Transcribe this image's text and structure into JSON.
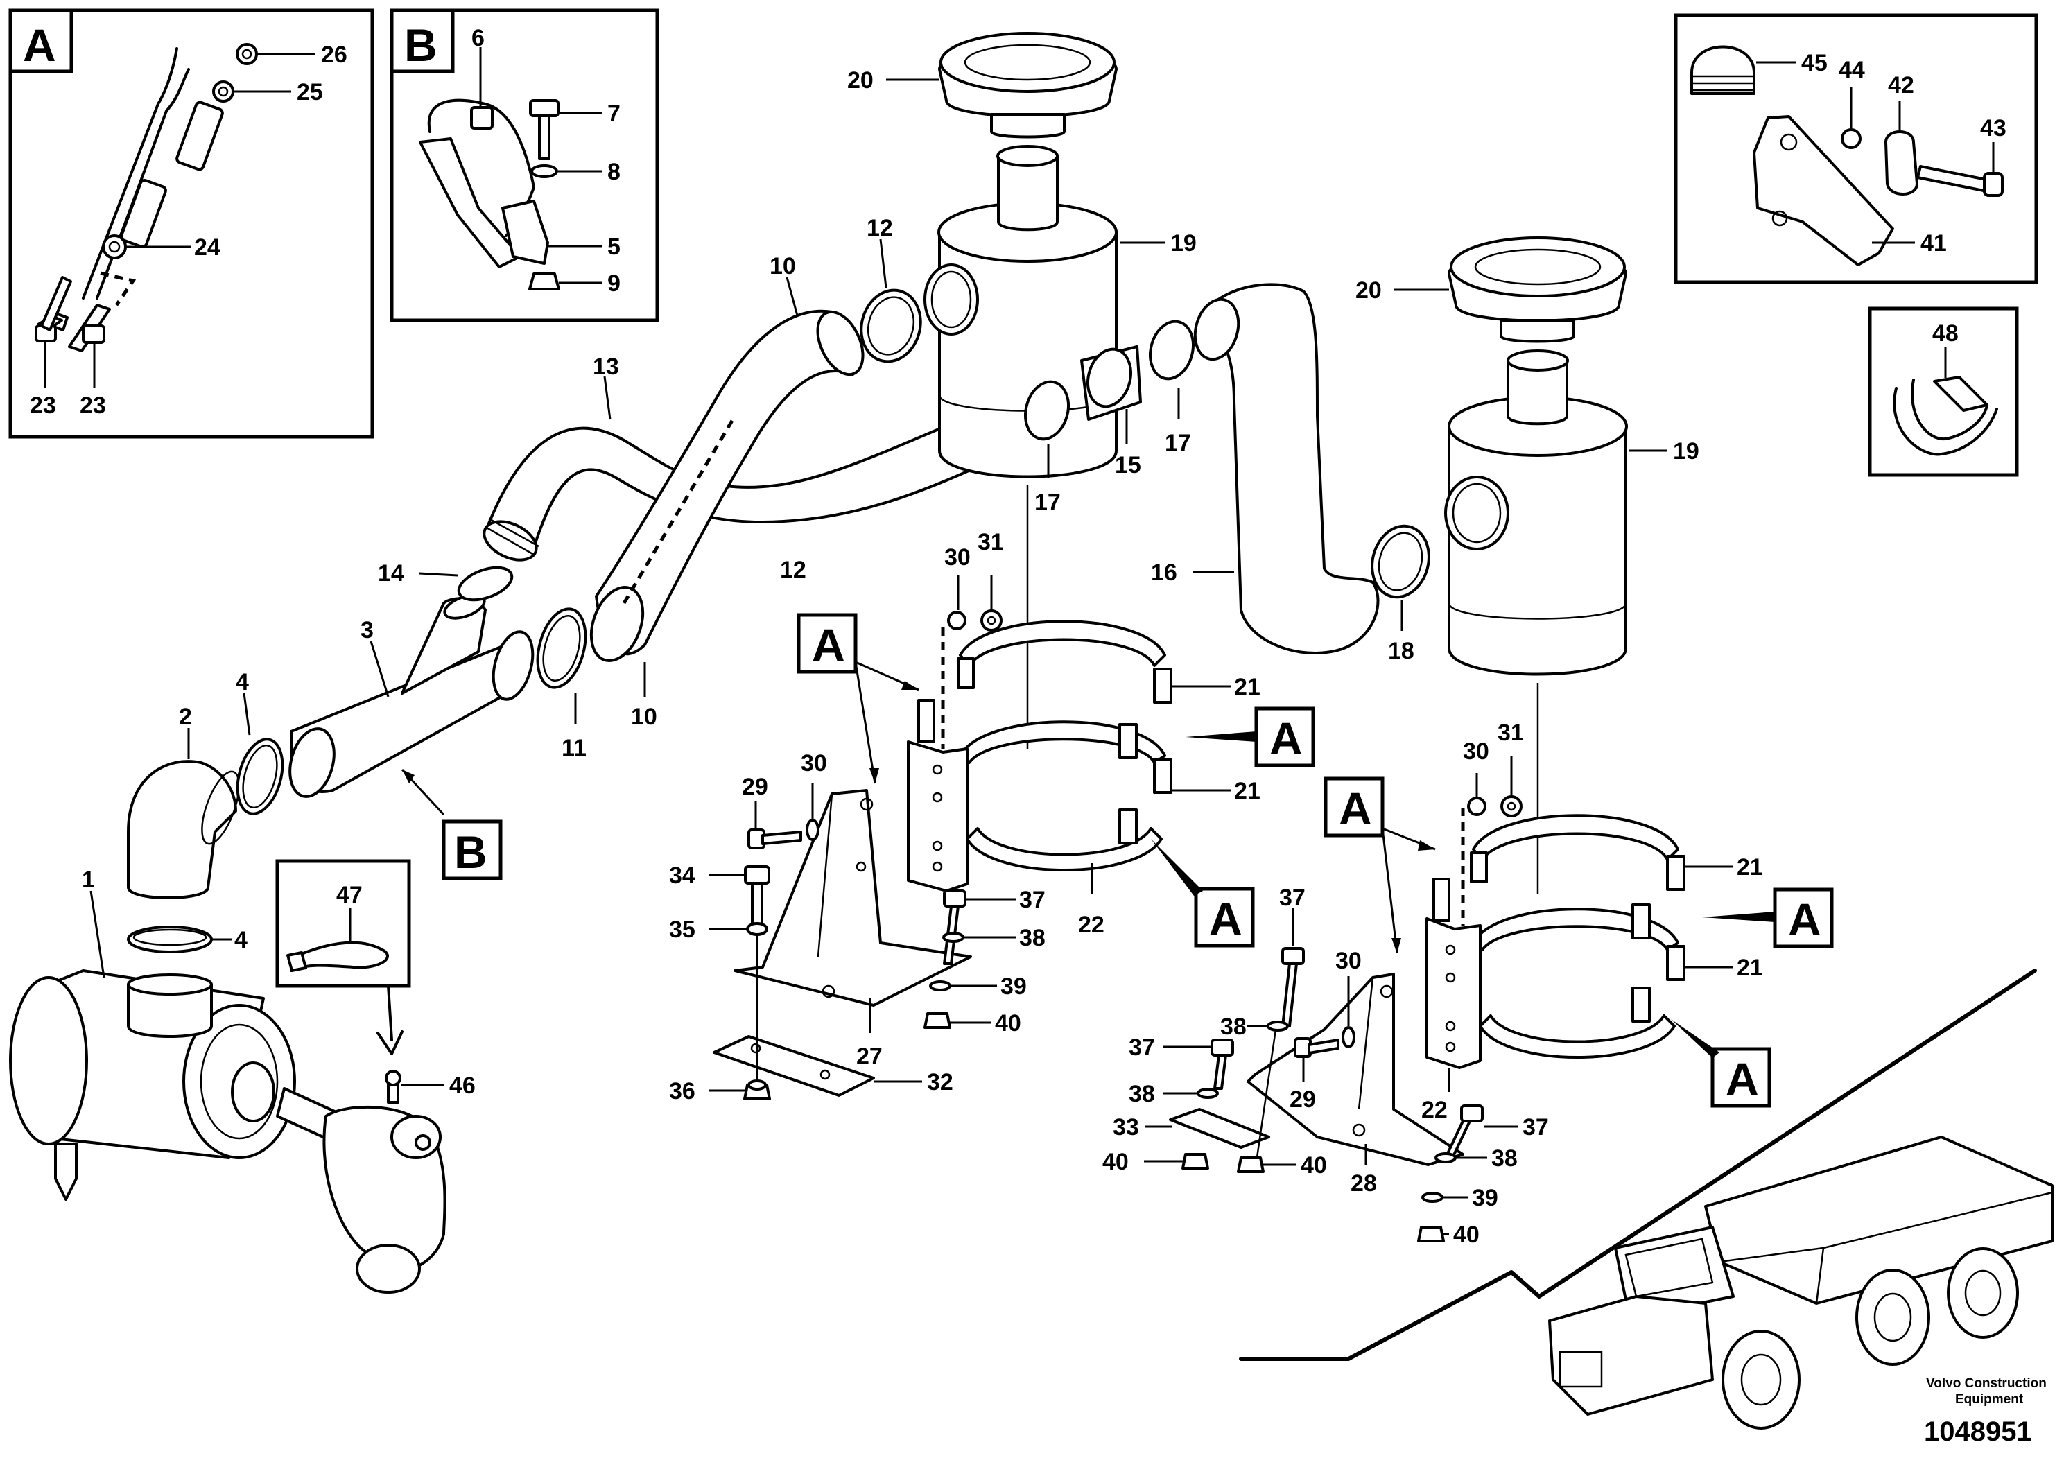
{
  "callout_numbers": {
    "n1": "1",
    "n2": "2",
    "n3": "3",
    "n4a": "4",
    "n4b": "4",
    "n5": "5",
    "n6": "6",
    "n7": "7",
    "n8": "8",
    "n9": "9",
    "n10a": "10",
    "n10b": "10",
    "n11": "11",
    "n12a": "12",
    "n12b": "12",
    "n13": "13",
    "n14": "14",
    "n15": "15",
    "n16": "16",
    "n17a": "17",
    "n17b": "17",
    "n18": "18",
    "n19a": "19",
    "n19b": "19",
    "n20a": "20",
    "n20b": "20",
    "n21a": "21",
    "n21b": "21",
    "n21c": "21",
    "n21d": "21",
    "n22a": "22",
    "n22b": "22",
    "n23a": "23",
    "n23b": "23",
    "n24": "24",
    "n25": "25",
    "n26": "26",
    "n27": "27",
    "n28": "28",
    "n29a": "29",
    "n29b": "29",
    "n30a": "30",
    "n30b": "30",
    "n30c": "30",
    "n30d": "30",
    "n31a": "31",
    "n31b": "31",
    "n32": "32",
    "n33": "33",
    "n34": "34",
    "n35": "35",
    "n36": "36",
    "n37a": "37",
    "n37b": "37",
    "n37c": "37",
    "n37d": "37",
    "n38a": "38",
    "n38b": "38",
    "n38c": "38",
    "n38d": "38",
    "n39a": "39",
    "n39b": "39",
    "n40a": "40",
    "n40b": "40",
    "n40c": "40",
    "n40d": "40",
    "n41": "41",
    "n42": "42",
    "n43": "43",
    "n44": "44",
    "n45": "45",
    "n46": "46",
    "n47": "47",
    "n48": "48"
  },
  "detail_refs": {
    "box_a_title": "A",
    "box_b_title": "B",
    "ref_a1": "A",
    "ref_a2": "A",
    "ref_a3": "A",
    "ref_a4": "A",
    "ref_a5": "A",
    "ref_a6": "A",
    "ref_b1": "B"
  },
  "footer": {
    "brand_line1": "Volvo Construction",
    "brand_line2": "Equipment",
    "doc_number": "1048951"
  }
}
